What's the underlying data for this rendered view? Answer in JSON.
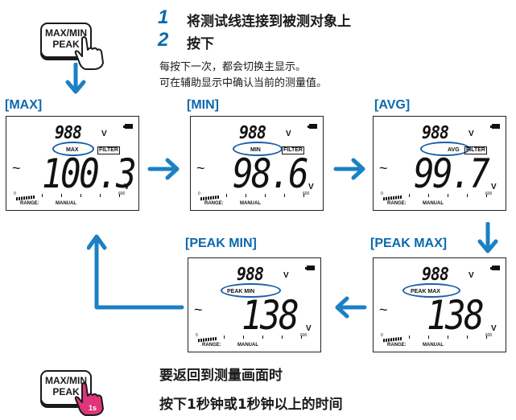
{
  "colors": {
    "accent": "#0a6aad",
    "highlight": "#1b5fa8",
    "touch": "#e0357d"
  },
  "button": {
    "line1": "MAX/MIN",
    "line2": "PEAK",
    "hold_badge": "1s"
  },
  "steps": [
    {
      "num": "1",
      "text": "将测试线连接到被测对象上"
    },
    {
      "num": "2",
      "text": "按下"
    }
  ],
  "note": {
    "line1": "每按下一次，都会切换主显示。",
    "line2": "可在辅助显示中确认当前的测量值。"
  },
  "lcd_common": {
    "sub_value": "988",
    "unit": "V",
    "filter": "FILTER",
    "ac_symbol": "~",
    "bar_start": "0",
    "bar_end": "600",
    "range": "RANGE:",
    "manual": "MANUAL"
  },
  "panels": {
    "max": {
      "label": "[MAX]",
      "tag": "MAX",
      "main": "100.3"
    },
    "min": {
      "label": "[MIN]",
      "tag": "MIN",
      "main": "98.6"
    },
    "avg": {
      "label": "[AVG]",
      "tag": "AVG",
      "main": "99.7"
    },
    "peak_max": {
      "label": "[PEAK MAX]",
      "tag": "PEAK MAX",
      "main": "138"
    },
    "peak_min": {
      "label": "[PEAK MIN]",
      "tag": "PEAK MIN",
      "main": "138"
    }
  },
  "return": {
    "title": "要返回到测量画面时",
    "instruction": "按下1秒钟或1秒钟以上的时间"
  }
}
